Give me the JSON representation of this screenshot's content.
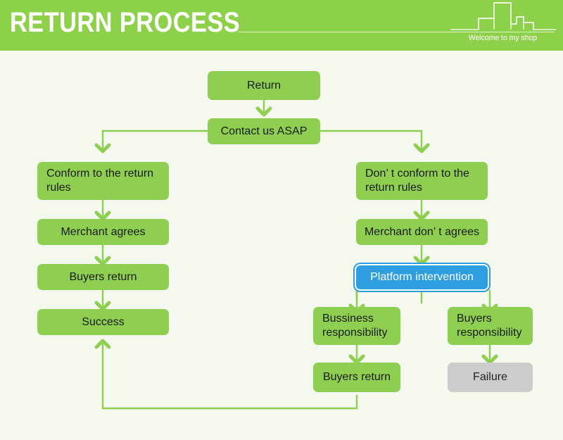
{
  "header": {
    "title": "RETURN PROCESS",
    "tagline": "Welcome to my shop",
    "bg_color": "#8dd04a",
    "title_color": "#ffffff",
    "skyline_icon": "city-skyline-icon"
  },
  "page": {
    "background_color": "#f5f8ef",
    "node_green": "#8ece50",
    "node_gray": "#cccccc",
    "node_blue": "#2f9ee0",
    "connector_color": "#8ece50"
  },
  "flow": {
    "nodes": {
      "return": "Return",
      "contact": "Contact us ASAP",
      "conform": "Conform to the return\nrules",
      "merchant_agrees": "Merchant agrees",
      "buyers_return_left": "Buyers return",
      "success": "Success",
      "not_conform": "Don’ t conform to the\nreturn rules",
      "merchant_not_agrees": "Merchant don’ t agrees",
      "platform": "Platform intervention",
      "business_resp": "Bussiness\nresponsibility",
      "buyers_resp": "Buyers\nresponsibility",
      "buyers_return_right": "Buyers return",
      "failure": "Failure"
    }
  }
}
